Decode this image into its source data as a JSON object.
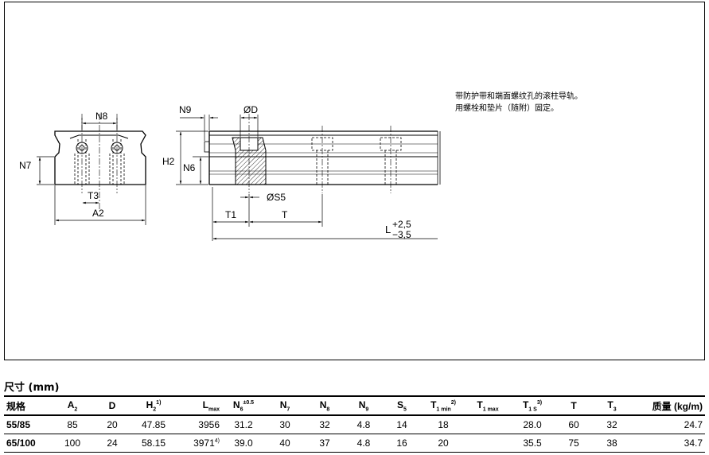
{
  "drawing": {
    "labels": {
      "n8": "N8",
      "n7": "N7",
      "t3": "T3",
      "a2": "A2",
      "n9": "N9",
      "od": "ØD",
      "h2": "H2",
      "n6": "N6",
      "os5": "ØS5",
      "t1": "T1",
      "t": "T",
      "l": "L",
      "l_plus": "+2,5",
      "l_minus": "−3,5"
    },
    "description_line1": "带防护带和端面螺纹孔的滚柱导轨。",
    "description_line2": "用螺栓和垫片（随附）固定。"
  },
  "section_title": "尺寸 (mm)",
  "table": {
    "headers": [
      {
        "base": "规格",
        "sub": "",
        "sup": ""
      },
      {
        "base": "A",
        "sub": "2",
        "sup": ""
      },
      {
        "base": "D",
        "sub": "",
        "sup": ""
      },
      {
        "base": "H",
        "sub": "2",
        "sup": "1)"
      },
      {
        "base": "L",
        "sub": "max",
        "sup": ""
      },
      {
        "base": "N",
        "sub": "6",
        "sup": "±0.5"
      },
      {
        "base": "N",
        "sub": "7",
        "sup": ""
      },
      {
        "base": "N",
        "sub": "8",
        "sup": ""
      },
      {
        "base": "N",
        "sub": "9",
        "sup": ""
      },
      {
        "base": "S",
        "sub": "5",
        "sup": ""
      },
      {
        "base": "T",
        "sub": "1 min",
        "sup": "2)"
      },
      {
        "base": "T",
        "sub": "1 max",
        "sup": ""
      },
      {
        "base": "T",
        "sub": "1 S",
        "sup": "3)"
      },
      {
        "base": "T",
        "sub": "",
        "sup": ""
      },
      {
        "base": "T",
        "sub": "3",
        "sup": ""
      },
      {
        "base": "质量 (kg/m)",
        "sub": "",
        "sup": ""
      }
    ],
    "rows": [
      [
        "55/85",
        "85",
        "20",
        "47.85",
        "3956",
        "31.2",
        "30",
        "32",
        "4.8",
        "14",
        "18",
        "",
        "28.0",
        "60",
        "32",
        "24.7"
      ],
      [
        "65/100",
        "100",
        "24",
        "58.15",
        "3971",
        "39.0",
        "40",
        "37",
        "4.8",
        "16",
        "20",
        "",
        "35.5",
        "75",
        "38",
        "34.7"
      ]
    ],
    "row2_lmax_sup": "4)"
  }
}
